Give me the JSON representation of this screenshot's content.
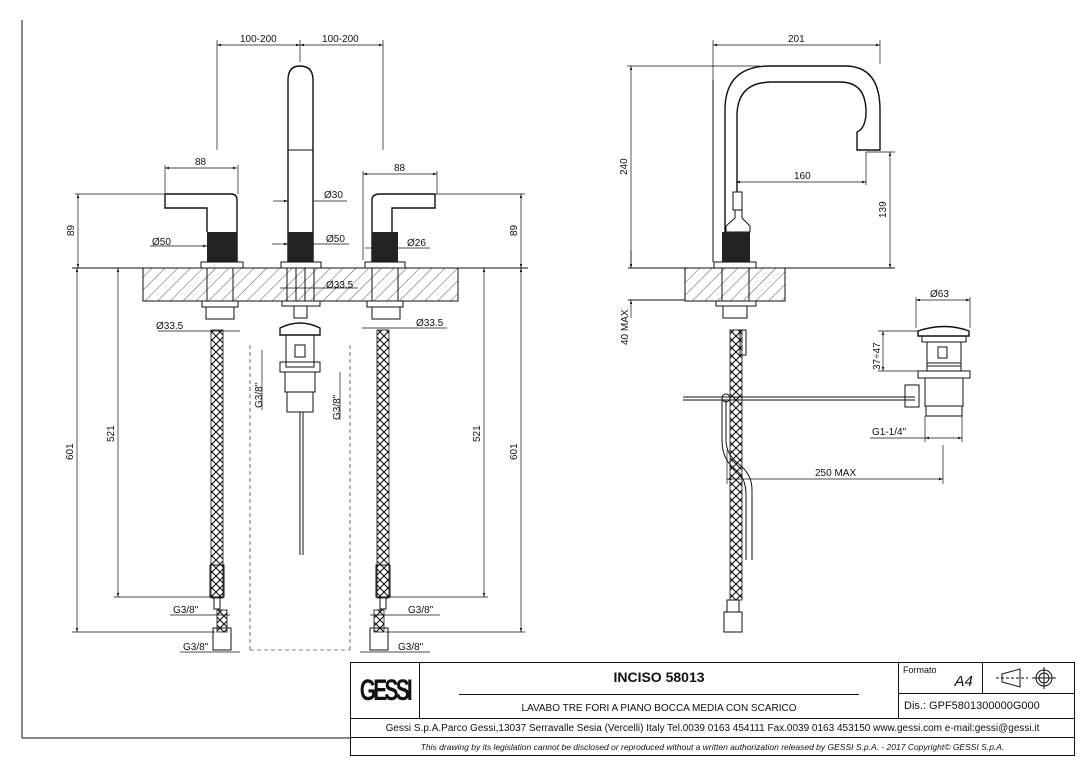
{
  "front_view": {
    "spacing_left": "100-200",
    "spacing_right": "100-200",
    "handle_width_left": "88",
    "handle_width_right": "88",
    "height_left": "89",
    "height_right": "89",
    "dia_left_knurl": "Ø50",
    "dia_spout": "Ø30",
    "dia_spout_knurl": "Ø50",
    "dia_right_knurl": "Ø26",
    "dia_center_shank": "Ø33.5",
    "dia_left_shank": "Ø33.5",
    "dia_right_shank": "Ø33.5",
    "drain_thread_left": "G3/8\"",
    "drain_thread_right": "G3/8\"",
    "depth_left_outer": "601",
    "depth_left_inner": "521",
    "depth_right_inner": "521",
    "depth_right_outer": "601",
    "hose_thread_left_1": "G3/8\"",
    "hose_thread_left_2": "G3/8\"",
    "hose_thread_right_1": "G3/8\"",
    "hose_thread_right_2": "G3/8\""
  },
  "side_view": {
    "total_reach": "201",
    "total_height": "240",
    "spout_reach": "160",
    "spout_clearance": "139",
    "deck_thickness": "40 MAX",
    "drain_dia": "Ø63",
    "drain_height": "37÷47",
    "drain_thread": "G1-1/4\"",
    "rod_length": "250 MAX"
  },
  "title_block": {
    "logo": "GESSI",
    "product": "INCISO 58013",
    "description": "LAVABO TRE FORI A PIANO BOCCA MEDIA CON SCARICO",
    "format_label": "Formato",
    "format_value": "A4",
    "drawing_number": "Dis.: GPF5801300000G000",
    "address": "Gessi S.p.A.Parco Gessi,13037 Serravalle Sesia (Vercelli) Italy Tel.0039 0163 454111 Fax.0039 0163 453150 www.gessi.com e-mail:gessi@gessi.it",
    "disclaimer": "This drawing by its legislation cannot be disclosed or reproduced without a written authorization released by GESSI S.p.A. - 2017 Copyright© GESSI S.p.A."
  }
}
